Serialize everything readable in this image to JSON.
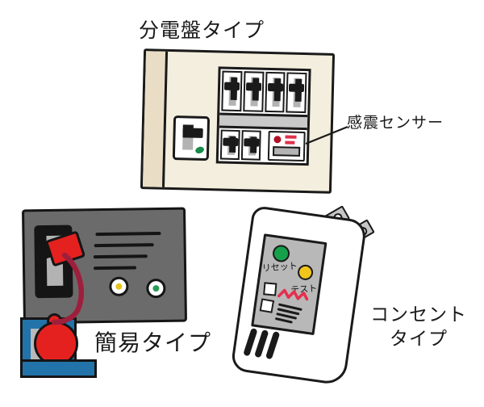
{
  "labels": {
    "panel_type": "分電盤タイプ",
    "seismic_sensor": "感震センサー",
    "simple_type": "簡易タイプ",
    "outlet_type_line1": "コンセント",
    "outlet_type_line2": "タイプ",
    "reset_button": "リセット",
    "test_button": "テスト"
  },
  "devices": {
    "distribution_panel": {
      "type_label": "分電盤タイプ",
      "breakers_top_row": 4,
      "breakers_bottom_row": 2,
      "has_main_breaker": true,
      "sensor_unit_label": "感震センサー"
    },
    "simple_device": {
      "type_label": "簡易タイプ",
      "parts": [
        "weight-ball",
        "cord",
        "cap",
        "yellow-button",
        "green-button",
        "blue-holder"
      ]
    },
    "outlet_device": {
      "type_label": "コンセント タイプ",
      "parts": [
        "green-led",
        "yellow-led",
        "reset-label",
        "test-label",
        "zigzag-indicator",
        "plug-prongs",
        "vents"
      ]
    }
  },
  "colors": {
    "outline": "#1a1a1a",
    "panel_cream": "#f3eedd",
    "panel_strip": "#e9dec5",
    "breaker_slot_gray": "#b3b3b3",
    "divider_gray": "#c9c9c9",
    "device_gray": "#6b6b6b",
    "red": "#e5211f",
    "cord_maroon": "#9e1f3c",
    "blue": "#2273a9",
    "green": "#17a04b",
    "yellow": "#f2c51d",
    "led_panel_gray": "#b8b8b8",
    "sensor_red": "#e0304a"
  }
}
